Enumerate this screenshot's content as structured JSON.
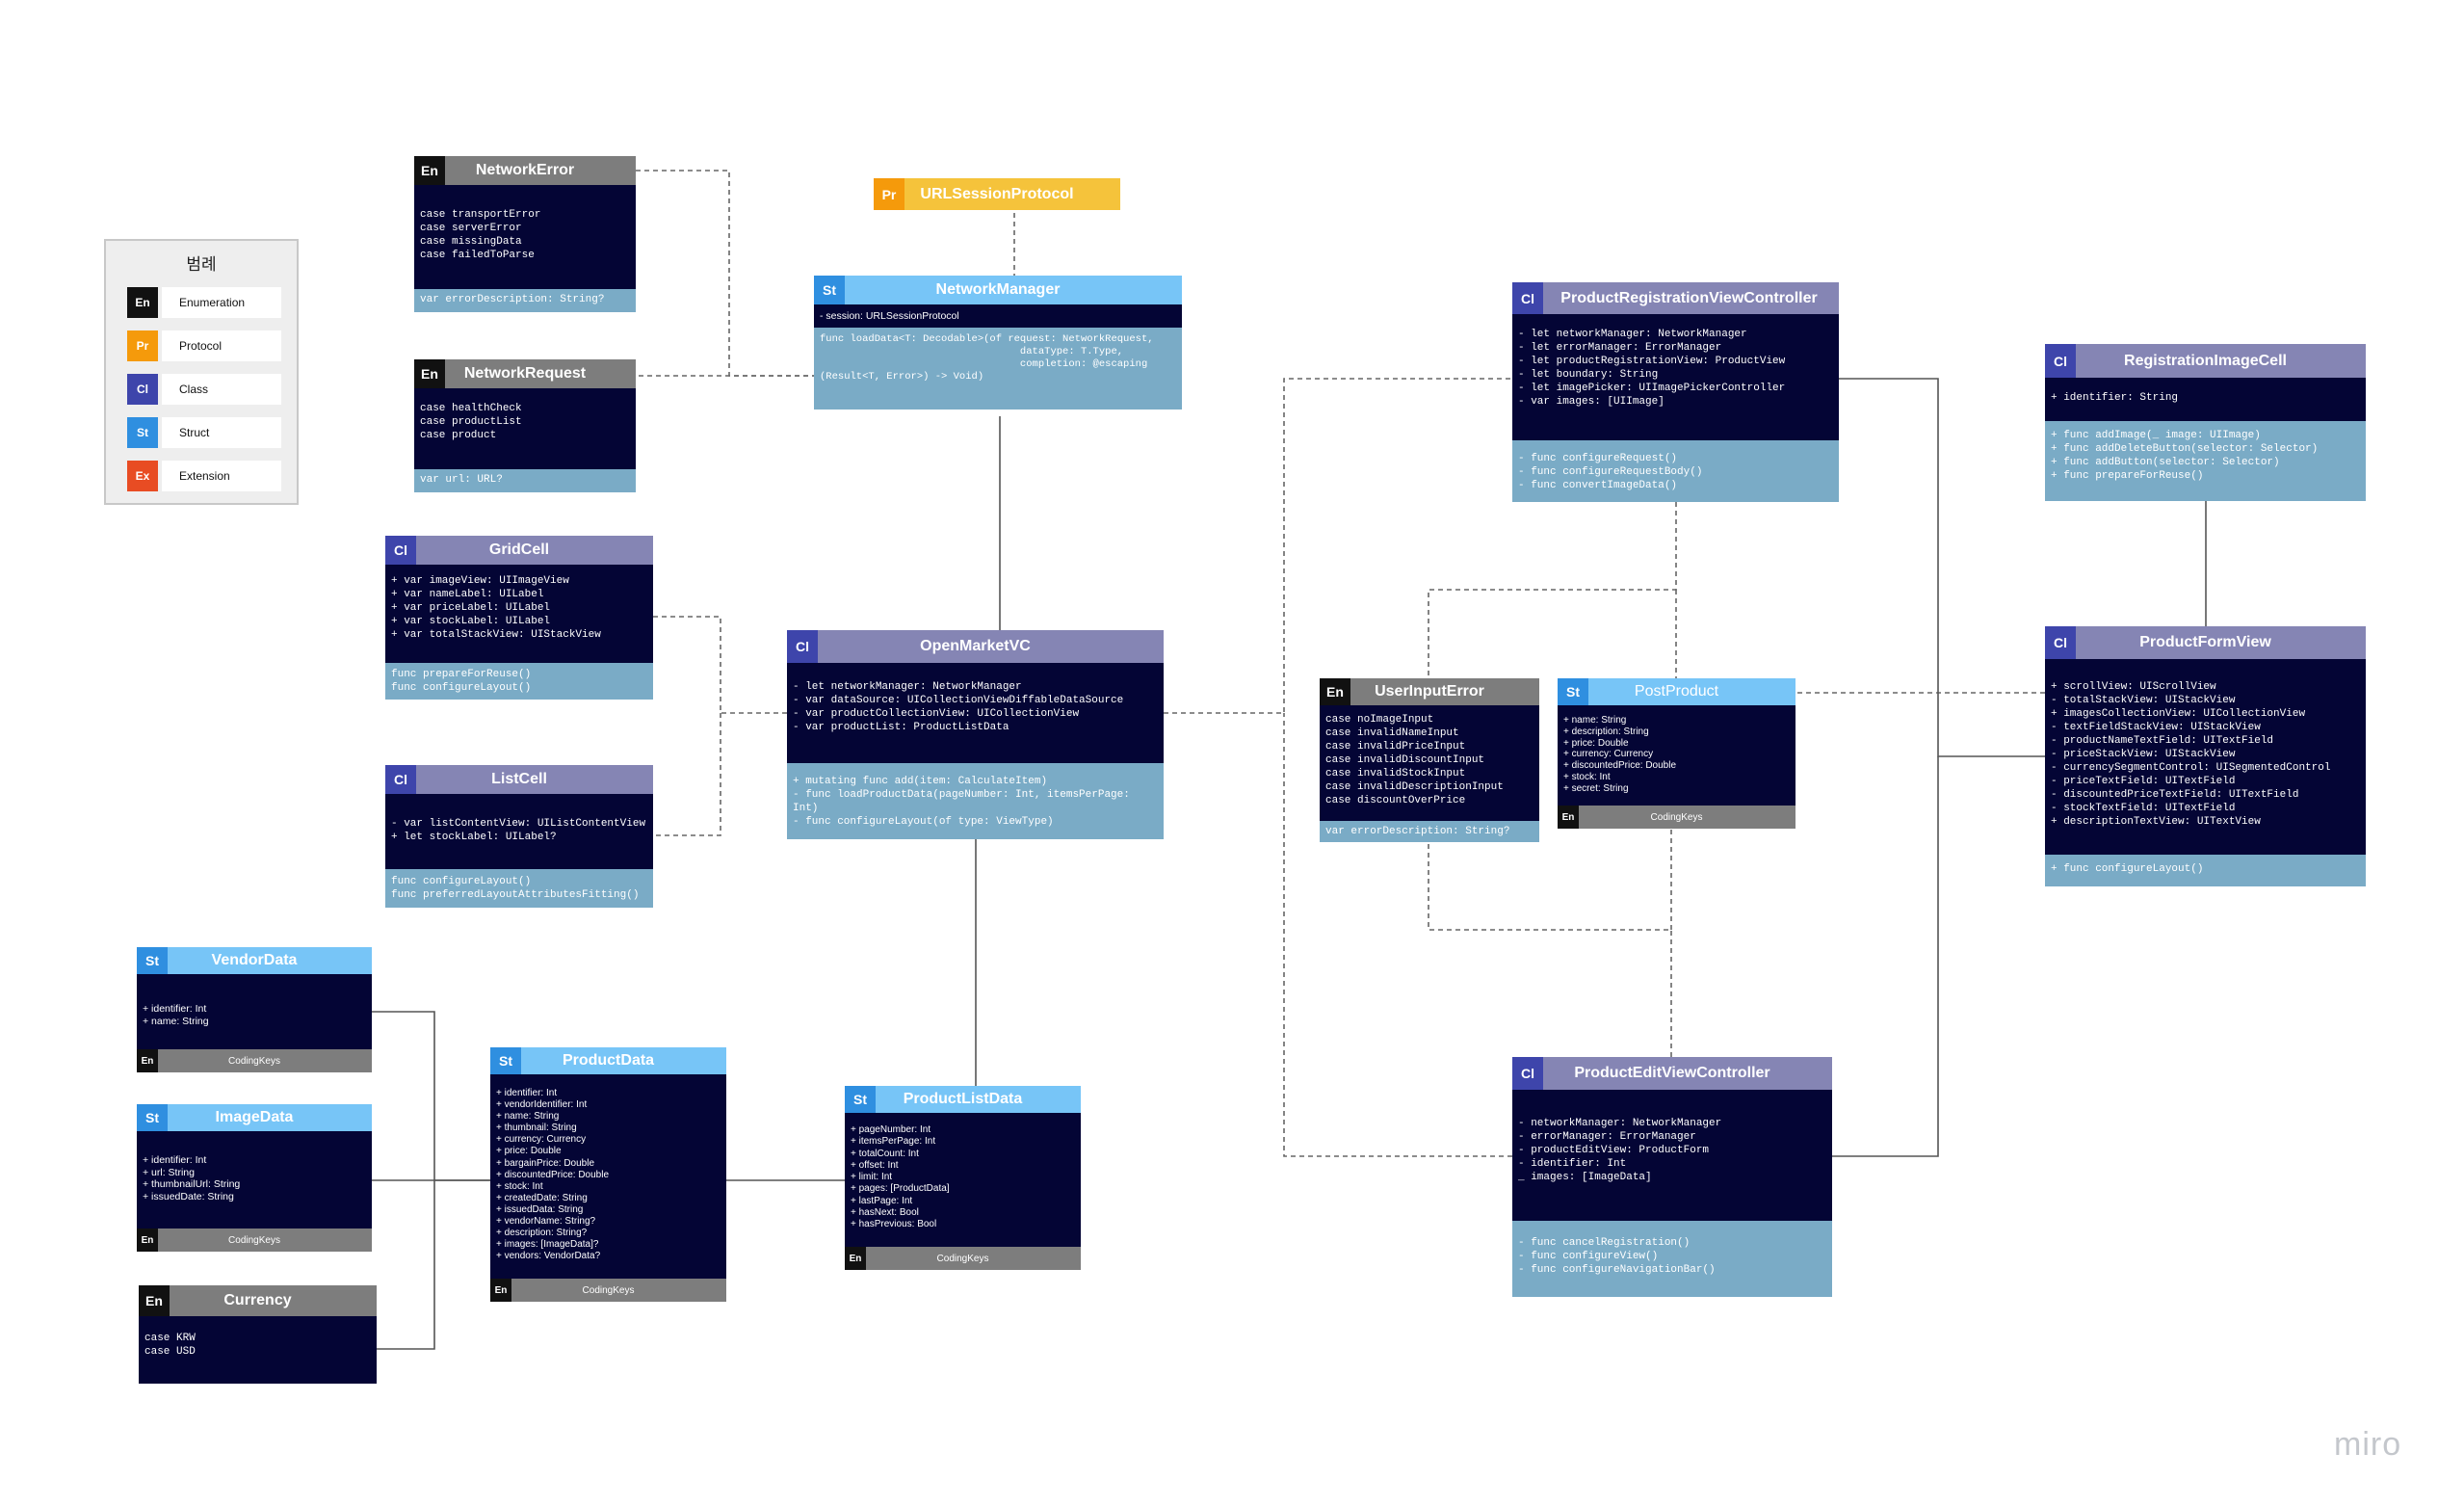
{
  "legend": {
    "title": "범례",
    "items": [
      {
        "badge": "En",
        "label": "Enumeration",
        "color": "#111111"
      },
      {
        "badge": "Pr",
        "label": "Protocol",
        "color": "#f59a0b"
      },
      {
        "badge": "Cl",
        "label": "Class",
        "color": "#3e45ab"
      },
      {
        "badge": "St",
        "label": "Struct",
        "color": "#2f8fe0"
      },
      {
        "badge": "Ex",
        "label": "Extension",
        "color": "#e84c23"
      }
    ]
  },
  "boxes": {
    "network_error": {
      "badge": "En",
      "title": "NetworkError",
      "body": "case transportError\ncase serverError\ncase missingData\ncase failedToParse",
      "methods": "var errorDescription: String?"
    },
    "network_request": {
      "badge": "En",
      "title": "NetworkRequest",
      "body": "case healthCheck\ncase productList\ncase product",
      "methods": "var url: URL?"
    },
    "url_session_protocol": {
      "badge": "Pr",
      "title": "URLSessionProtocol"
    },
    "network_manager": {
      "badge": "St",
      "title": "NetworkManager",
      "body": "- session: URLSessionProtocol",
      "methods": "func loadData<T: Decodable>(of request: NetworkRequest,\n                                 dataType: T.Type,\n                                 completion: @escaping\n(Result<T, Error>) -> Void)"
    },
    "grid_cell": {
      "badge": "Cl",
      "title": "GridCell",
      "body": "+ var imageView: UIImageView\n+ var nameLabel: UILabel\n+ var priceLabel: UILabel\n+ var stockLabel: UILabel\n+ var totalStackView: UIStackView",
      "methods": "func prepareForReuse()\nfunc configureLayout()"
    },
    "list_cell": {
      "badge": "Cl",
      "title": "ListCell",
      "body": "- var listContentView: UIListContentView\n+ let stockLabel: UILabel?",
      "methods": "func configureLayout()\nfunc preferredLayoutAttributesFitting()"
    },
    "open_market_vc": {
      "badge": "Cl",
      "title": "OpenMarketVC",
      "body": "- let networkManager: NetworkManager\n- var dataSource: UICollectionViewDiffableDataSource\n- var productCollectionView: UICollectionView\n- var productList: ProductListData",
      "methods": "+ mutating func add(item: CalculateItem)\n- func loadProductData(pageNumber: Int, itemsPerPage:\nInt)\n- func configureLayout(of type: ViewType)"
    },
    "vendor_data": {
      "badge": "St",
      "title": "VendorData",
      "body": "+ identifier: Int\n+ name: String",
      "footer_badge": "En",
      "footer": "CodingKeys"
    },
    "image_data": {
      "badge": "St",
      "title": "ImageData",
      "body": "+ identifier: Int\n+ url: String\n+ thumbnailUrl: String\n+ issuedDate: String",
      "footer_badge": "En",
      "footer": "CodingKeys"
    },
    "currency": {
      "badge": "En",
      "title": "Currency",
      "body": "case KRW\ncase USD"
    },
    "product_data": {
      "badge": "St",
      "title": "ProductData",
      "body": "+ identifier: Int\n+ vendorIdentifier: Int\n+ name: String\n+ thumbnail: String\n+ currency: Currency\n+ price: Double\n+ bargainPrice: Double\n+ discountedPrice: Double\n+ stock: Int\n+ createdDate: String\n+ issuedData: String\n+ vendorName: String?\n+ description: String?\n+ images: [ImageData]?\n+ vendors: VendorData?",
      "footer_badge": "En",
      "footer": "CodingKeys"
    },
    "product_list_data": {
      "badge": "St",
      "title": "ProductListData",
      "body": "+ pageNumber: Int\n+ itemsPerPage: Int\n+ totalCount: Int\n+ offset: Int\n+ limit: Int\n+ pages: [ProductData]\n+ lastPage: Int\n+ hasNext: Bool\n+ hasPrevious: Bool",
      "footer_badge": "En",
      "footer": "CodingKeys"
    },
    "product_registration_vc": {
      "badge": "Cl",
      "title": "ProductRegistrationViewController",
      "body": "- let networkManager: NetworkManager\n- let errorManager: ErrorManager\n- let productRegistrationView: ProductView\n- let boundary: String\n- let imagePicker: UIImagePickerController\n- var images: [UIImage]",
      "methods": "- func configureRequest()\n- func configureRequestBody()\n- func convertImageData()"
    },
    "registration_image_cell": {
      "badge": "Cl",
      "title": "RegistrationImageCell",
      "body": "+ identifier: String",
      "methods": "+ func addImage(_ image: UIImage)\n+ func addDeleteButton(selector: Selector)\n+ func addButton(selector: Selector)\n+ func prepareForReuse()"
    },
    "user_input_error": {
      "badge": "En",
      "title": "UserInputError",
      "body": "case noImageInput\ncase invalidNameInput\ncase invalidPriceInput\ncase invalidDiscountInput\ncase invalidStockInput\ncase invalidDescriptionInput\ncase discountOverPrice",
      "methods": "var errorDescription: String?"
    },
    "post_product": {
      "badge": "St",
      "title": "PostProduct",
      "body": "+ name: String\n+ description: String\n+ price: Double\n+ currency: Currency\n+ discountedPrice: Double\n+ stock: Int\n+ secret: String",
      "footer_badge": "En",
      "footer": "CodingKeys"
    },
    "product_form_view": {
      "badge": "Cl",
      "title": "ProductFormView",
      "body": "+ scrollView: UIScrollView\n- totalStackView: UIStackView\n+ imagesCollectionView: UICollectionView\n- textFieldStackView: UIStackView\n- productNameTextField: UITextField\n- priceStackView: UIStackView\n- currencySegmentControl: UISegmentedControl\n- priceTextField: UITextField\n- discountedPriceTextField: UITextField\n- stockTextField: UITextField\n+ descriptionTextView: UITextView",
      "methods": "+ func configureLayout()"
    },
    "product_edit_vc": {
      "badge": "Cl",
      "title": "ProductEditViewController",
      "body": "- networkManager: NetworkManager\n- errorManager: ErrorManager\n- productEditView: ProductForm\n- identifier: Int\n_ images: [ImageData]",
      "methods": "- func cancelRegistration()\n- func configureView()\n- func configureNavigationBar()"
    }
  },
  "watermark": "miro"
}
